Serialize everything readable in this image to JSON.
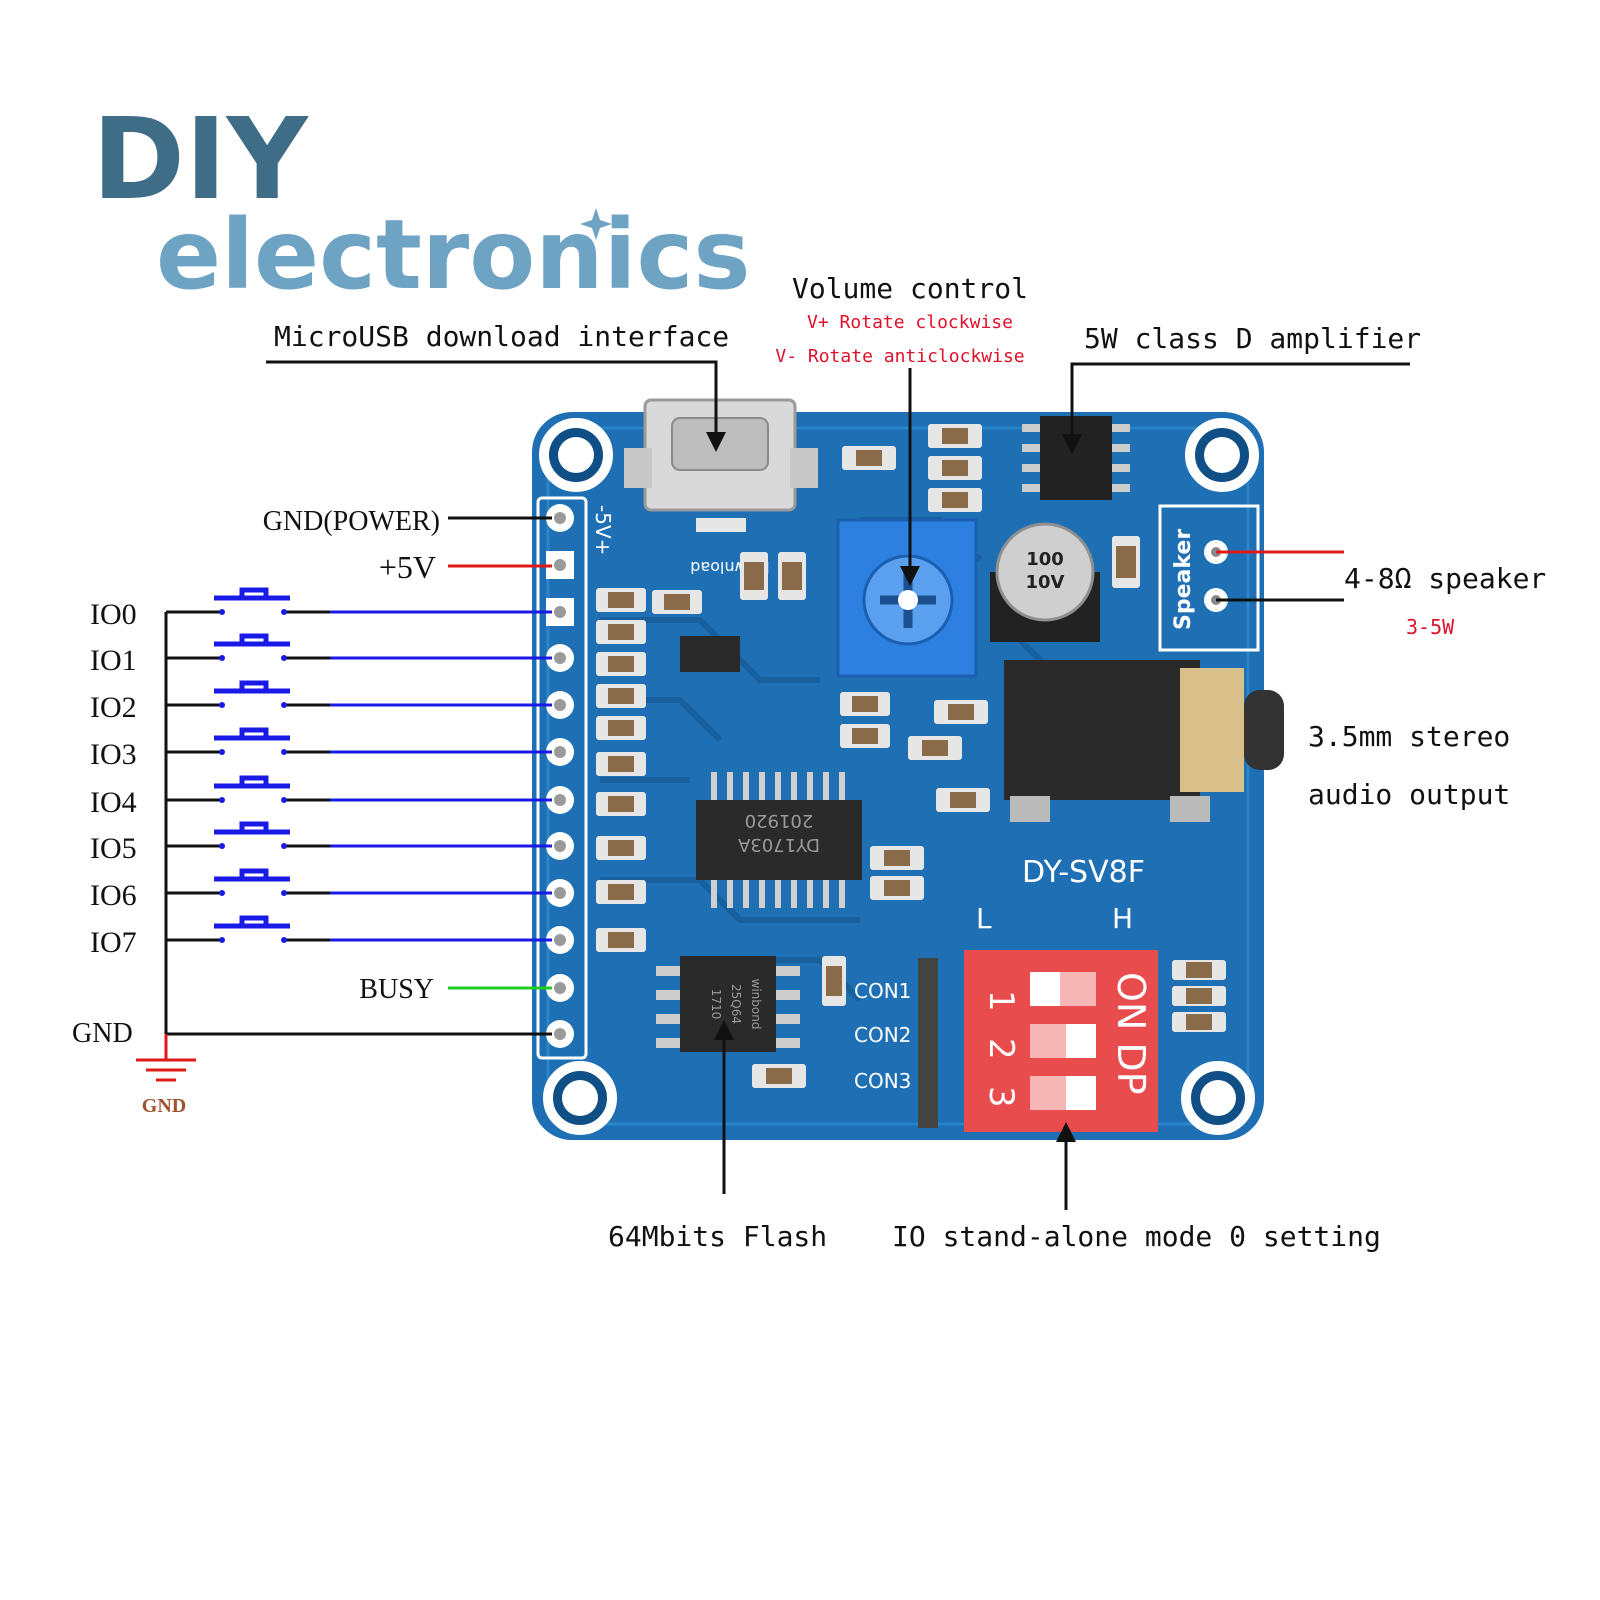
{
  "logo": {
    "line1": "DIY",
    "line2": "electronics"
  },
  "labels": {
    "microusb": "MicroUSB download interface",
    "volume_title": "Volume control",
    "volume_cw": "V+ Rotate clockwise",
    "volume_ccw": "V- Rotate anticlockwise",
    "amplifier": "5W class D amplifier",
    "speaker": "4-8Ω speaker",
    "speaker_power": "3-5W",
    "audio_line1": "3.5mm stereo",
    "audio_line2": "audio output",
    "flash": "64Mbits Flash",
    "mode": "IO stand-alone mode 0 setting",
    "gnd_power": "GND(POWER)",
    "plus5v": "+5V",
    "busy": "BUSY",
    "gnd": "GND",
    "gnd_symbol": "GND"
  },
  "io_pins": [
    "IO0",
    "IO1",
    "IO2",
    "IO3",
    "IO4",
    "IO5",
    "IO6",
    "IO7"
  ],
  "board": {
    "model": "DY-SV8F",
    "switch_l": "L",
    "switch_h": "H",
    "dip_on": "ON DP",
    "dip_numbers": [
      "1",
      "2",
      "3"
    ],
    "con_labels": [
      "CON1",
      "CON2",
      "CON3"
    ],
    "usb_silk": "Download",
    "header_silk": "-5V+",
    "speaker_silk": "Speaker",
    "chip_main_lines": [
      "DY1703A",
      "201920"
    ],
    "chip_flash_lines": [
      "winbond",
      "25Q64",
      "1710"
    ],
    "cap_lines": [
      "100",
      "10V"
    ]
  },
  "colors": {
    "pcb": "#1e6fb3",
    "pcb_dark": "#17609d",
    "io_wire": "#1a1ae6",
    "power_wire": "#e01919",
    "busy_wire": "#22cc22",
    "label_red": "#e0102a",
    "logo_dark": "#3f6c86",
    "logo_light": "#6ea3c4",
    "dip_red": "#e84c4c",
    "pot_blue": "#2d7fe0"
  }
}
